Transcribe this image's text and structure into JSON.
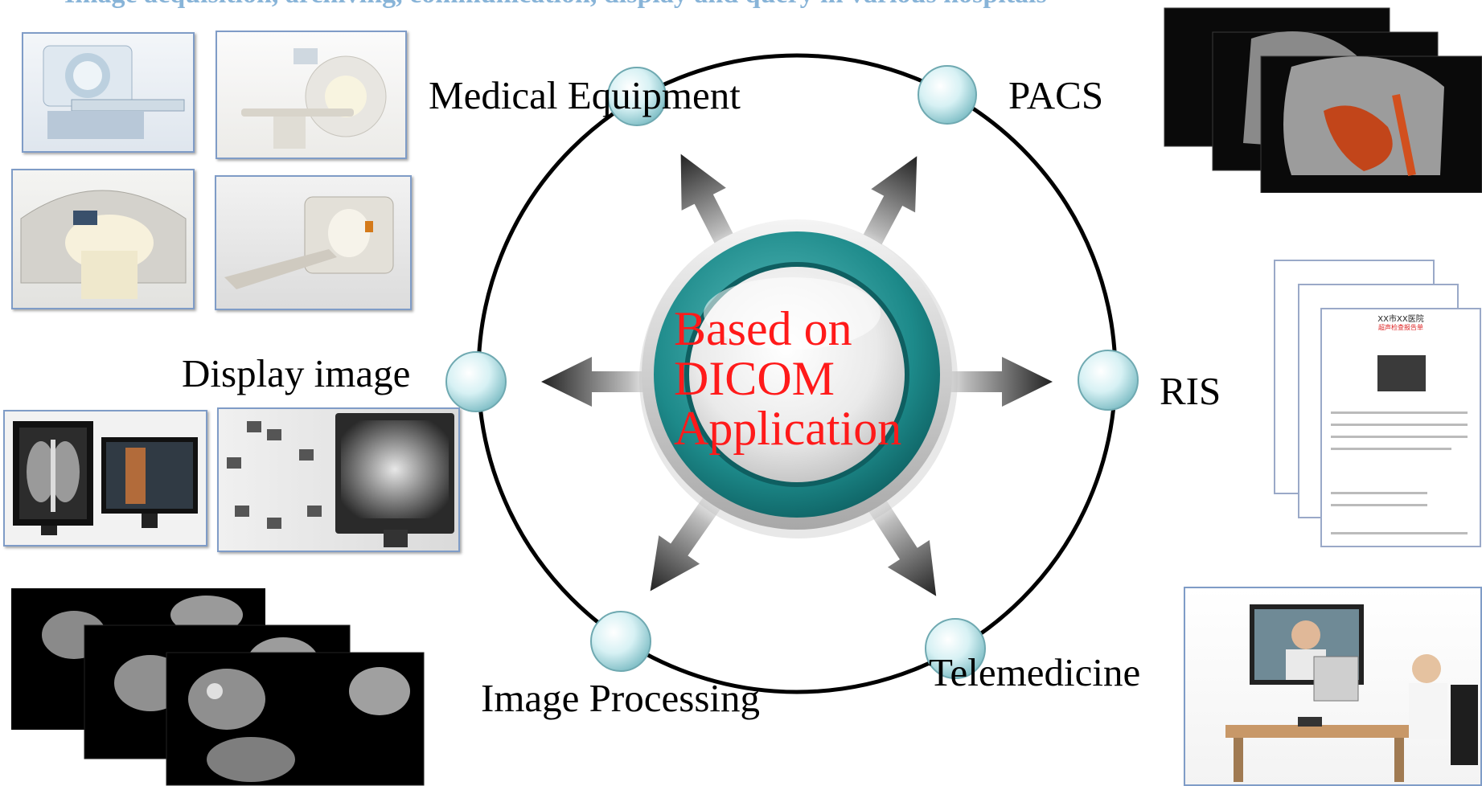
{
  "header": {
    "banner_text": "Image acquisition, archiving, communication, display and query in various hospitals"
  },
  "center": {
    "lines": [
      "Based on",
      "DICOM",
      "Application"
    ]
  },
  "nodes": {
    "medical_equipment": "Medical Equipment",
    "pacs": "PACS",
    "display_image": "Display image",
    "ris": "RIS",
    "image_processing": "Image Processing",
    "telemedicine": "Telemedicine"
  },
  "report": {
    "hospital": "XX市XX医院",
    "title": "超声检查报告单"
  },
  "colors": {
    "center_text": "#ff1a1a",
    "ring": "#1a8888",
    "node": "#bfe6ea",
    "banner": "#88b4d8",
    "frame": "#7f9cc7"
  }
}
